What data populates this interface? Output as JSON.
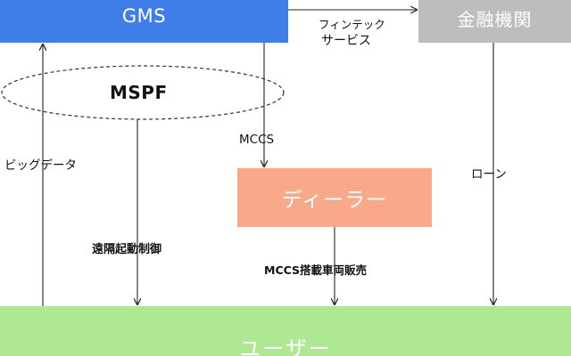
{
  "nodes": {
    "gms": "GMS",
    "bank": "金融機関",
    "mspf": "MSPF",
    "dealer": "ディーラー",
    "user": "ユーザー"
  },
  "edges": {
    "fintech_line1": "フィンテック",
    "fintech_line2": "サービス",
    "bigdata": "ビッグデータ",
    "mccs": "MCCS",
    "loan": "ローン",
    "remote_control": "遠隔起動制御",
    "mccs_sales": "MCCS搭載車両販売"
  },
  "colors": {
    "gms": "#3f7ee8",
    "bank": "#bdbdbd",
    "dealer": "#f7a98a",
    "user": "#aee893"
  }
}
